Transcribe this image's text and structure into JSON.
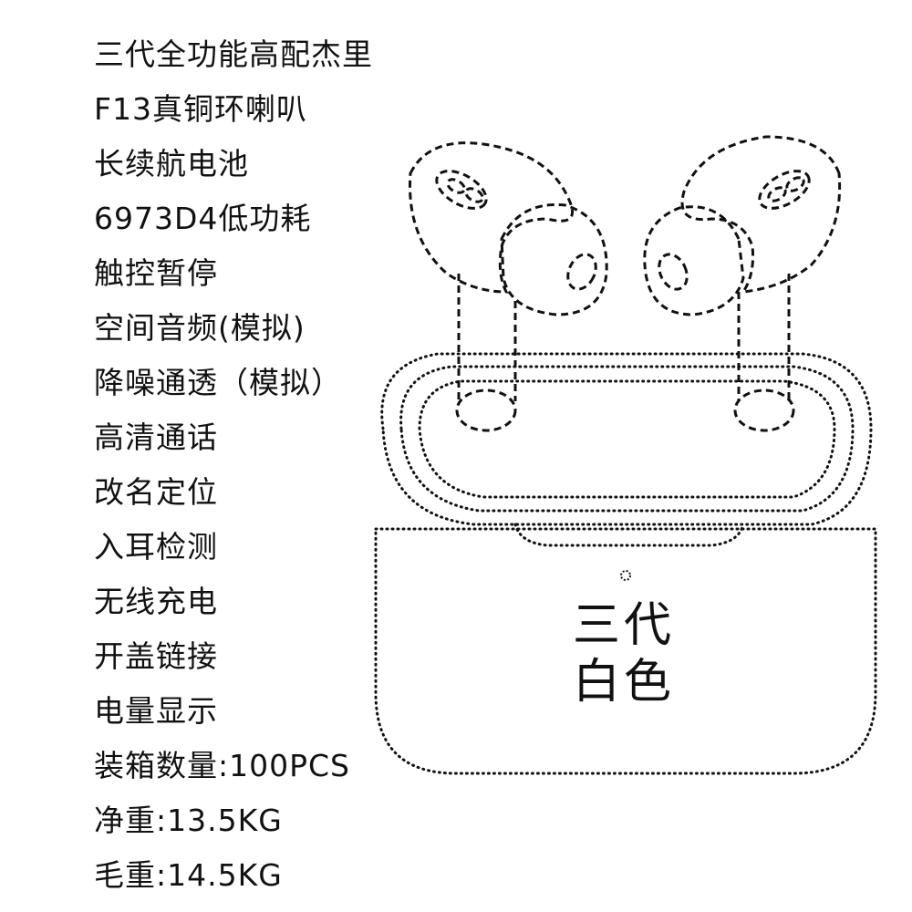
{
  "specs": [
    "三代全功能高配杰里",
    "F13真铜环喇叭",
    "长续航电池",
    "6973D4低功耗",
    "触控暂停",
    "空间音频(模拟)",
    "降噪通透（模拟）",
    "高清通话",
    "改名定位",
    "入耳检测",
    "无线充电",
    "开盖链接",
    "电量显示",
    "装箱数量:100PCS",
    "净重:13.5KG",
    "毛重:14.5KG"
  ],
  "product_label": {
    "line1": "三代",
    "line2": "白色"
  }
}
